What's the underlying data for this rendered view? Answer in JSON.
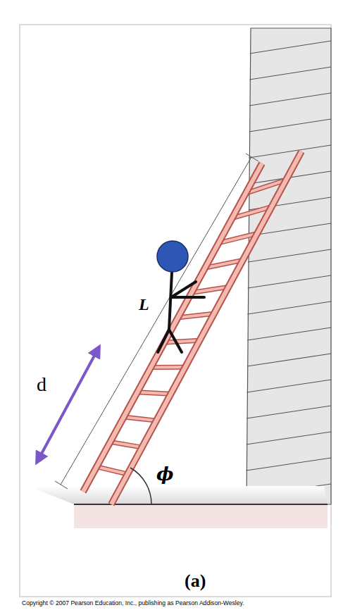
{
  "diagram": {
    "labels": [
      "L",
      "d",
      "ϕ",
      "(a)",
      "Copyright © 2007 Pearson Education, Inc., publishing as Pearson Addison-Wesley."
    ]
  }
}
